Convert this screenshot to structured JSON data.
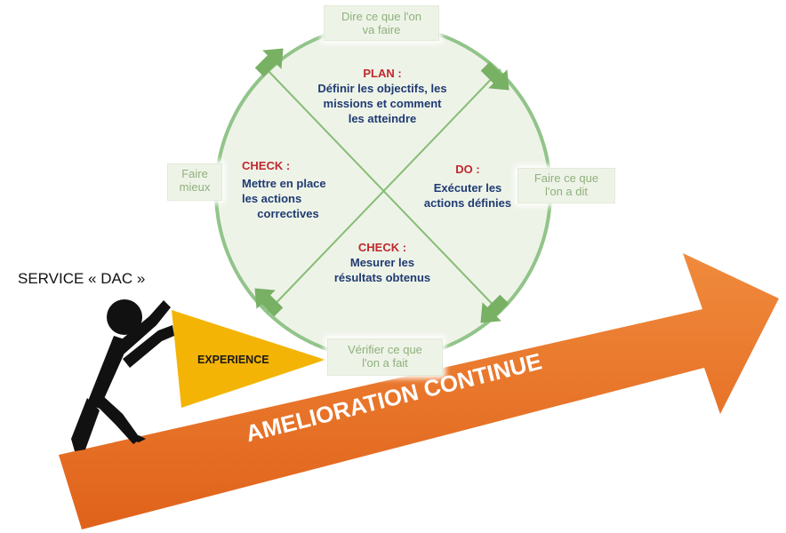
{
  "quadrants": {
    "plan": {
      "head": "PLAN :",
      "body": [
        "Définir les objectifs, les",
        "missions et comment",
        "les atteindre"
      ]
    },
    "do": {
      "head": "DO :",
      "body": [
        "Exécuter les",
        "actions définies"
      ]
    },
    "check_bottom": {
      "head": "CHECK :",
      "body": [
        "Mesurer les",
        "résultats obtenus"
      ]
    },
    "check_left": {
      "head": "CHECK :",
      "body": [
        "Mettre en place",
        "les actions",
        "correctives"
      ]
    }
  },
  "steps": {
    "top": [
      "Dire ce que l'on",
      "va faire"
    ],
    "right": [
      "Faire ce que",
      "l'on a dit"
    ],
    "bottom": [
      "Vérifier ce que",
      "l'on a fait"
    ],
    "left": [
      "Faire",
      "mieux"
    ]
  },
  "service_label": "SERVICE « DAC »",
  "experience_label": "EXPERIENCE",
  "arrow_label": "AMELIORATION CONTINUE",
  "colors": {
    "circle_fill": "#eef3e8",
    "circle_stroke": "#92c48a",
    "cycle_arrow": "#78b064",
    "plan_head": "#c0282d",
    "body_text": "#1f3b73",
    "big_arrow": "#ea6a1d",
    "wedge": "#f4b406",
    "figure": "#111111"
  }
}
